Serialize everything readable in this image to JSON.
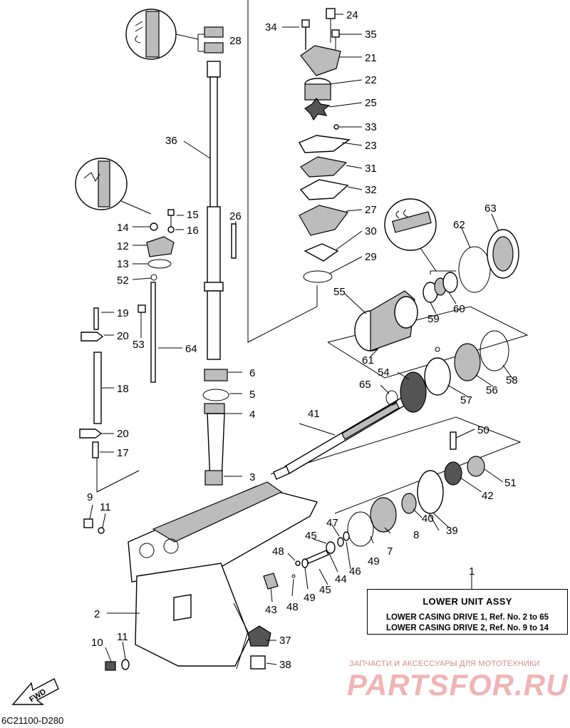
{
  "legend": {
    "ref_number": "1",
    "title": "LOWER UNIT ASSY",
    "line1": "LOWER CASING DRIVE 1, Ref. No. 2 to 65",
    "line2": "LOWER CASING DRIVE 2, Ref. No. 9 to 14"
  },
  "diagram_code": "6C21100-D280",
  "fwd_label": "FWD",
  "watermark": {
    "tagline": "ЗАПЧАСТИ И АКСЕССУАРЫ ДЛЯ МОТОТЕХНИКИ",
    "brand": "PARTSFOR.RU"
  },
  "callouts": {
    "n2": "2",
    "n3": "3",
    "n4": "4",
    "n5": "5",
    "n6": "6",
    "n7": "7",
    "n8": "8",
    "n9": "9",
    "n10": "10",
    "n11a": "11",
    "n11b": "11",
    "n12": "12",
    "n13": "13",
    "n14": "14",
    "n15": "15",
    "n16": "16",
    "n17": "17",
    "n18": "18",
    "n19": "19",
    "n20a": "20",
    "n20b": "20",
    "n21": "21",
    "n22": "22",
    "n23": "23",
    "n24": "24",
    "n25": "25",
    "n26": "26",
    "n27": "27",
    "n28": "28",
    "n29": "29",
    "n30": "30",
    "n31": "31",
    "n32": "32",
    "n33": "33",
    "n34": "34",
    "n35": "35",
    "n36": "36",
    "n37": "37",
    "n38": "38",
    "n39": "39",
    "n40": "40",
    "n41": "41",
    "n42": "42",
    "n43": "43",
    "n44": "44",
    "n45a": "45",
    "n45b": "45",
    "n46": "46",
    "n47": "47",
    "n48a": "48",
    "n48b": "48",
    "n49a": "49",
    "n49b": "49",
    "n50": "50",
    "n51": "51",
    "n52": "52",
    "n53": "53",
    "n54": "54",
    "n55": "55",
    "n56": "56",
    "n57": "57",
    "n58": "58",
    "n59": "59",
    "n60": "60",
    "n61": "61",
    "n62": "62",
    "n63": "63",
    "n64": "64",
    "n65": "65"
  }
}
